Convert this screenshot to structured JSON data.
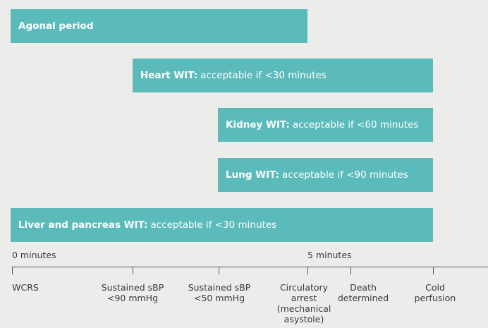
{
  "bars": {
    "agonal": {
      "title": "Agonal period",
      "text": ""
    },
    "heart": {
      "title": "Heart WIT:",
      "text": "acceptable if <30 minutes"
    },
    "kidney": {
      "title": "Kidney WIT:",
      "text": "acceptable if <60 minutes"
    },
    "lung": {
      "title": "Lung WIT:",
      "text": "acceptable if <90 minutes"
    },
    "liver": {
      "title": "Liver and pancreas WIT:",
      "text": "acceptable if <30 minutes"
    }
  },
  "axis": {
    "start_label": "0 minutes",
    "mid_label": "5 minutes"
  },
  "events": [
    "WCRS",
    "Sustained sBP\n<90 mmHg",
    "Sustained sBP\n<50 mmHg",
    "Circulatory\narrest\n(mechanical\nasystole)",
    "Death\ndetermined",
    "Cold perfusion"
  ],
  "colors": {
    "bar": "#5bbbbb",
    "background": "#ececea"
  }
}
